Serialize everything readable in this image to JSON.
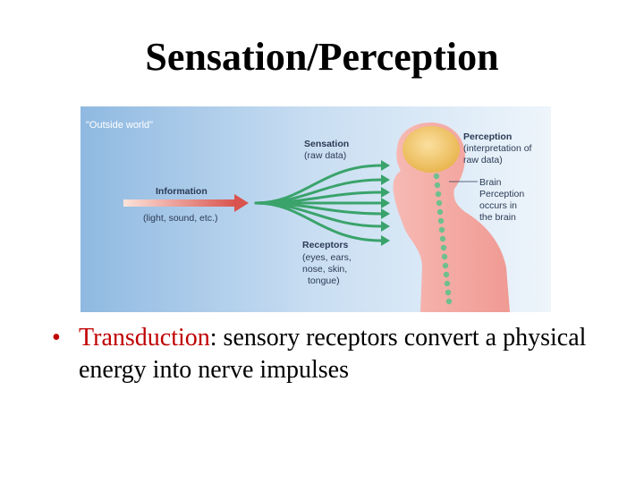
{
  "title": "Sensation/Perception",
  "figure": {
    "outside_world_label": "\"Outside world\"",
    "information_label": "Information",
    "information_sub": "(light, sound, etc.)",
    "sensation_label": "Sensation",
    "sensation_sub": "(raw data)",
    "receptors_label": "Receptors",
    "receptors_sub_1": "(eyes, ears,",
    "receptors_sub_2": "nose, skin,",
    "receptors_sub_3": "tongue)",
    "perception_label": "Perception",
    "perception_sub_1": "(interpretation of",
    "perception_sub_2": "raw data)",
    "brain_note_1": "Brain",
    "brain_note_2": "Perception",
    "brain_note_3": "occurs in",
    "brain_note_4": "the brain",
    "colors": {
      "background_left": "#9dc3e6",
      "background_right": "#eaf3fb",
      "arrow": "#d9534f",
      "fibers": "#3aa36b",
      "body": "#f4a6a6",
      "brain": "#f2c46d"
    }
  },
  "bullet": {
    "symbol": "•",
    "term": "Transduction",
    "rest_line": ": sensory receptors convert a physical energy into nerve impulses"
  }
}
